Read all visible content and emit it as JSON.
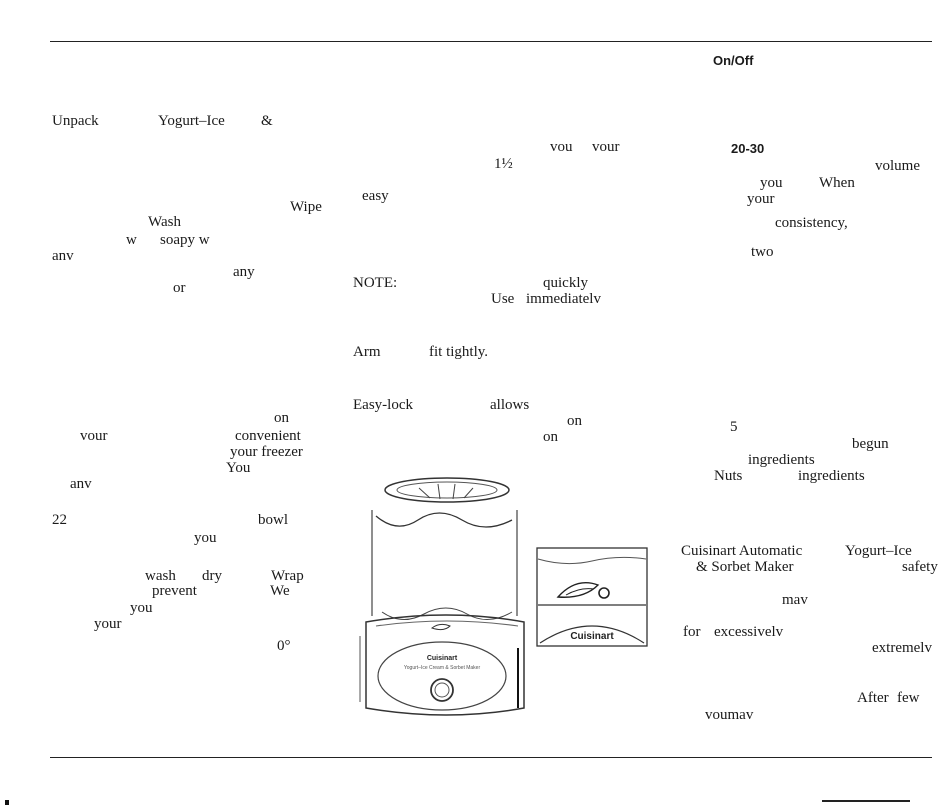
{
  "left_column": [
    {
      "id": "unpack",
      "text": "Unpack"
    },
    {
      "id": "yogurt-ice",
      "text": "Yogurt–Ice"
    },
    {
      "id": "amp",
      "text": "&"
    },
    {
      "id": "wipe",
      "text": "Wipe"
    },
    {
      "id": "wash",
      "text": "Wash"
    },
    {
      "id": "w1",
      "text": "w"
    },
    {
      "id": "soapyw",
      "text": "soapy w"
    },
    {
      "id": "anv1",
      "text": "anv"
    },
    {
      "id": "any",
      "text": "any"
    },
    {
      "id": "or",
      "text": "or"
    },
    {
      "id": "on1",
      "text": "on"
    },
    {
      "id": "vour",
      "text": "vour"
    },
    {
      "id": "convenient",
      "text": "convenient"
    },
    {
      "id": "yourfreezer",
      "text": "your freezer"
    },
    {
      "id": "you-cap",
      "text": "You"
    },
    {
      "id": "anv2",
      "text": "anv"
    },
    {
      "id": "num22",
      "text": "22"
    },
    {
      "id": "bowl",
      "text": "bowl"
    },
    {
      "id": "you1",
      "text": "you"
    },
    {
      "id": "wash2",
      "text": "wash"
    },
    {
      "id": "dry",
      "text": "dry"
    },
    {
      "id": "wrap",
      "text": "Wrap"
    },
    {
      "id": "prevent",
      "text": "prevent"
    },
    {
      "id": "we",
      "text": "We"
    },
    {
      "id": "you2",
      "text": "you"
    },
    {
      "id": "your2",
      "text": "your"
    },
    {
      "id": "zero-deg",
      "text": "0°"
    }
  ],
  "middle_column": [
    {
      "id": "vou",
      "text": "vou"
    },
    {
      "id": "vour2",
      "text": "vour"
    },
    {
      "id": "one-half",
      "text": "1½"
    },
    {
      "id": "easy",
      "text": "easy"
    },
    {
      "id": "note",
      "text": "NOTE:"
    },
    {
      "id": "quickly",
      "text": "quickly"
    },
    {
      "id": "use",
      "text": "Use"
    },
    {
      "id": "immediately",
      "text": "immediatelv"
    },
    {
      "id": "arm",
      "text": "Arm"
    },
    {
      "id": "fit-tightly",
      "text": "fit tightly."
    },
    {
      "id": "easy-lock",
      "text": "Easy-lock"
    },
    {
      "id": "allows",
      "text": "allows"
    },
    {
      "id": "on2",
      "text": "on"
    },
    {
      "id": "on3",
      "text": "on"
    }
  ],
  "right_column": [
    {
      "id": "onoff",
      "text": "On/Off",
      "sans": true
    },
    {
      "id": "num20-30",
      "text": "20-30",
      "sans": true
    },
    {
      "id": "volume",
      "text": "volume"
    },
    {
      "id": "you3",
      "text": "you"
    },
    {
      "id": "when",
      "text": "When"
    },
    {
      "id": "your3",
      "text": "your"
    },
    {
      "id": "consistency",
      "text": "consistency,"
    },
    {
      "id": "two",
      "text": "two"
    },
    {
      "id": "num5",
      "text": "5"
    },
    {
      "id": "begun",
      "text": "begun"
    },
    {
      "id": "ingredients1",
      "text": "ingredients"
    },
    {
      "id": "nuts",
      "text": "Nuts"
    },
    {
      "id": "ingredients2",
      "text": "ingredients"
    },
    {
      "id": "cuisinart-auto",
      "text": "Cuisinart Automatic"
    },
    {
      "id": "yogurt-ice2",
      "text": "Yogurt–Ice"
    },
    {
      "id": "sorbet-maker",
      "text": "& Sorbet Maker"
    },
    {
      "id": "safety",
      "text": "safety"
    },
    {
      "id": "may",
      "text": "mav"
    },
    {
      "id": "for",
      "text": "for"
    },
    {
      "id": "excessively",
      "text": "excessivelv"
    },
    {
      "id": "extremely",
      "text": "extremelv"
    },
    {
      "id": "after",
      "text": "After"
    },
    {
      "id": "few",
      "text": "few"
    },
    {
      "id": "youmay",
      "text": "voumav"
    }
  ],
  "figure": {
    "brand": "Cuisinart",
    "front_label": "Cuisinart",
    "front_sub": "Yogurt–Ice Cream & Sorbet Maker"
  },
  "colors": {
    "ink": "#1a1a1a",
    "paper": "#ffffff",
    "line": "#555555"
  }
}
